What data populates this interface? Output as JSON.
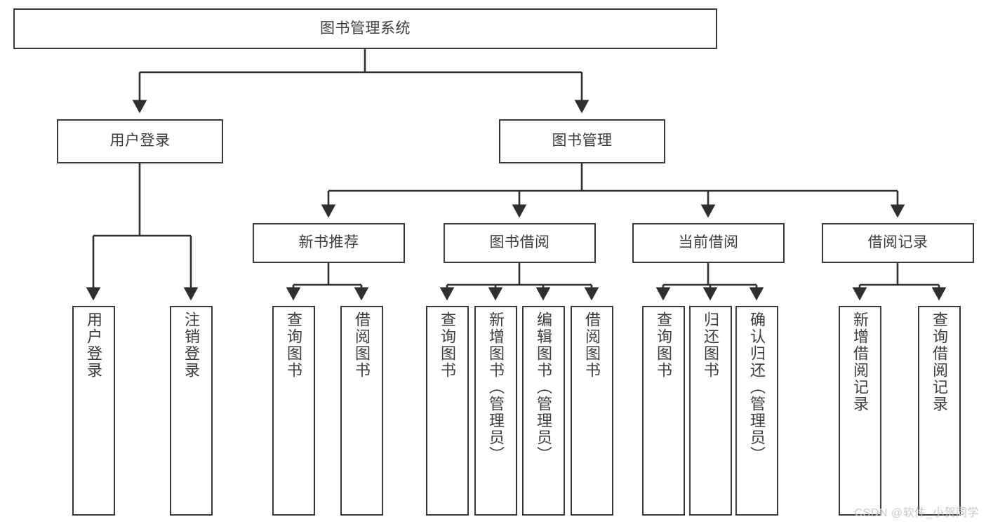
{
  "diagram": {
    "title": "图书管理系统",
    "watermark": "CSDN @软件_小贺同学",
    "colors": {
      "background": "#ffffff",
      "box_border": "#3a3a3a",
      "box_fill": "#ffffff",
      "text": "#3d3d3d",
      "connector": "#2f2f2f",
      "watermark": "#c9c9c9"
    },
    "levels": {
      "root": "图书管理系统",
      "level2": [
        "用户登录",
        "图书管理"
      ],
      "level3": [
        "新书推荐",
        "图书借阅",
        "当前借阅",
        "借阅记录"
      ]
    },
    "nodes": {
      "root": {
        "label": "图书管理系统"
      },
      "user_login": {
        "label": "用户登录"
      },
      "book_manage": {
        "label": "图书管理"
      },
      "new_book_rec": {
        "label": "新书推荐"
      },
      "book_borrow": {
        "label": "图书借阅"
      },
      "current_borrow": {
        "label": "当前借阅"
      },
      "borrow_record": {
        "label": "借阅记录"
      },
      "leaf_user_login": {
        "label": "用户登录"
      },
      "leaf_logout": {
        "label": "注销登录"
      },
      "leaf_query_book_a": {
        "label": "查询图书"
      },
      "leaf_borrow_book_a": {
        "label": "借阅图书"
      },
      "leaf_query_book_b": {
        "label": "查询图书"
      },
      "leaf_add_book": {
        "label": "新增图书（管理员）"
      },
      "leaf_edit_book": {
        "label": "编辑图书（管理员）"
      },
      "leaf_borrow_book_b": {
        "label": "借阅图书"
      },
      "leaf_query_book_c": {
        "label": "查询图书"
      },
      "leaf_return_book": {
        "label": "归还图书"
      },
      "leaf_confirm_return": {
        "label": "确认归还（管理员）"
      },
      "leaf_add_record": {
        "label": "新增借阅记录"
      },
      "leaf_query_record": {
        "label": "查询借阅记录"
      }
    },
    "tree": {
      "type": "hierarchy",
      "root": "图书管理系统",
      "children": [
        {
          "label": "用户登录",
          "children": [
            {
              "label": "用户登录"
            },
            {
              "label": "注销登录"
            }
          ]
        },
        {
          "label": "图书管理",
          "children": [
            {
              "label": "新书推荐",
              "children": [
                {
                  "label": "查询图书"
                },
                {
                  "label": "借阅图书"
                }
              ]
            },
            {
              "label": "图书借阅",
              "children": [
                {
                  "label": "查询图书"
                },
                {
                  "label": "新增图书（管理员）"
                },
                {
                  "label": "编辑图书（管理员）"
                },
                {
                  "label": "借阅图书"
                }
              ]
            },
            {
              "label": "当前借阅",
              "children": [
                {
                  "label": "查询图书"
                },
                {
                  "label": "归还图书"
                },
                {
                  "label": "确认归还（管理员）"
                }
              ]
            },
            {
              "label": "借阅记录",
              "children": [
                {
                  "label": "新增借阅记录"
                },
                {
                  "label": "查询借阅记录"
                }
              ]
            }
          ]
        }
      ]
    }
  }
}
